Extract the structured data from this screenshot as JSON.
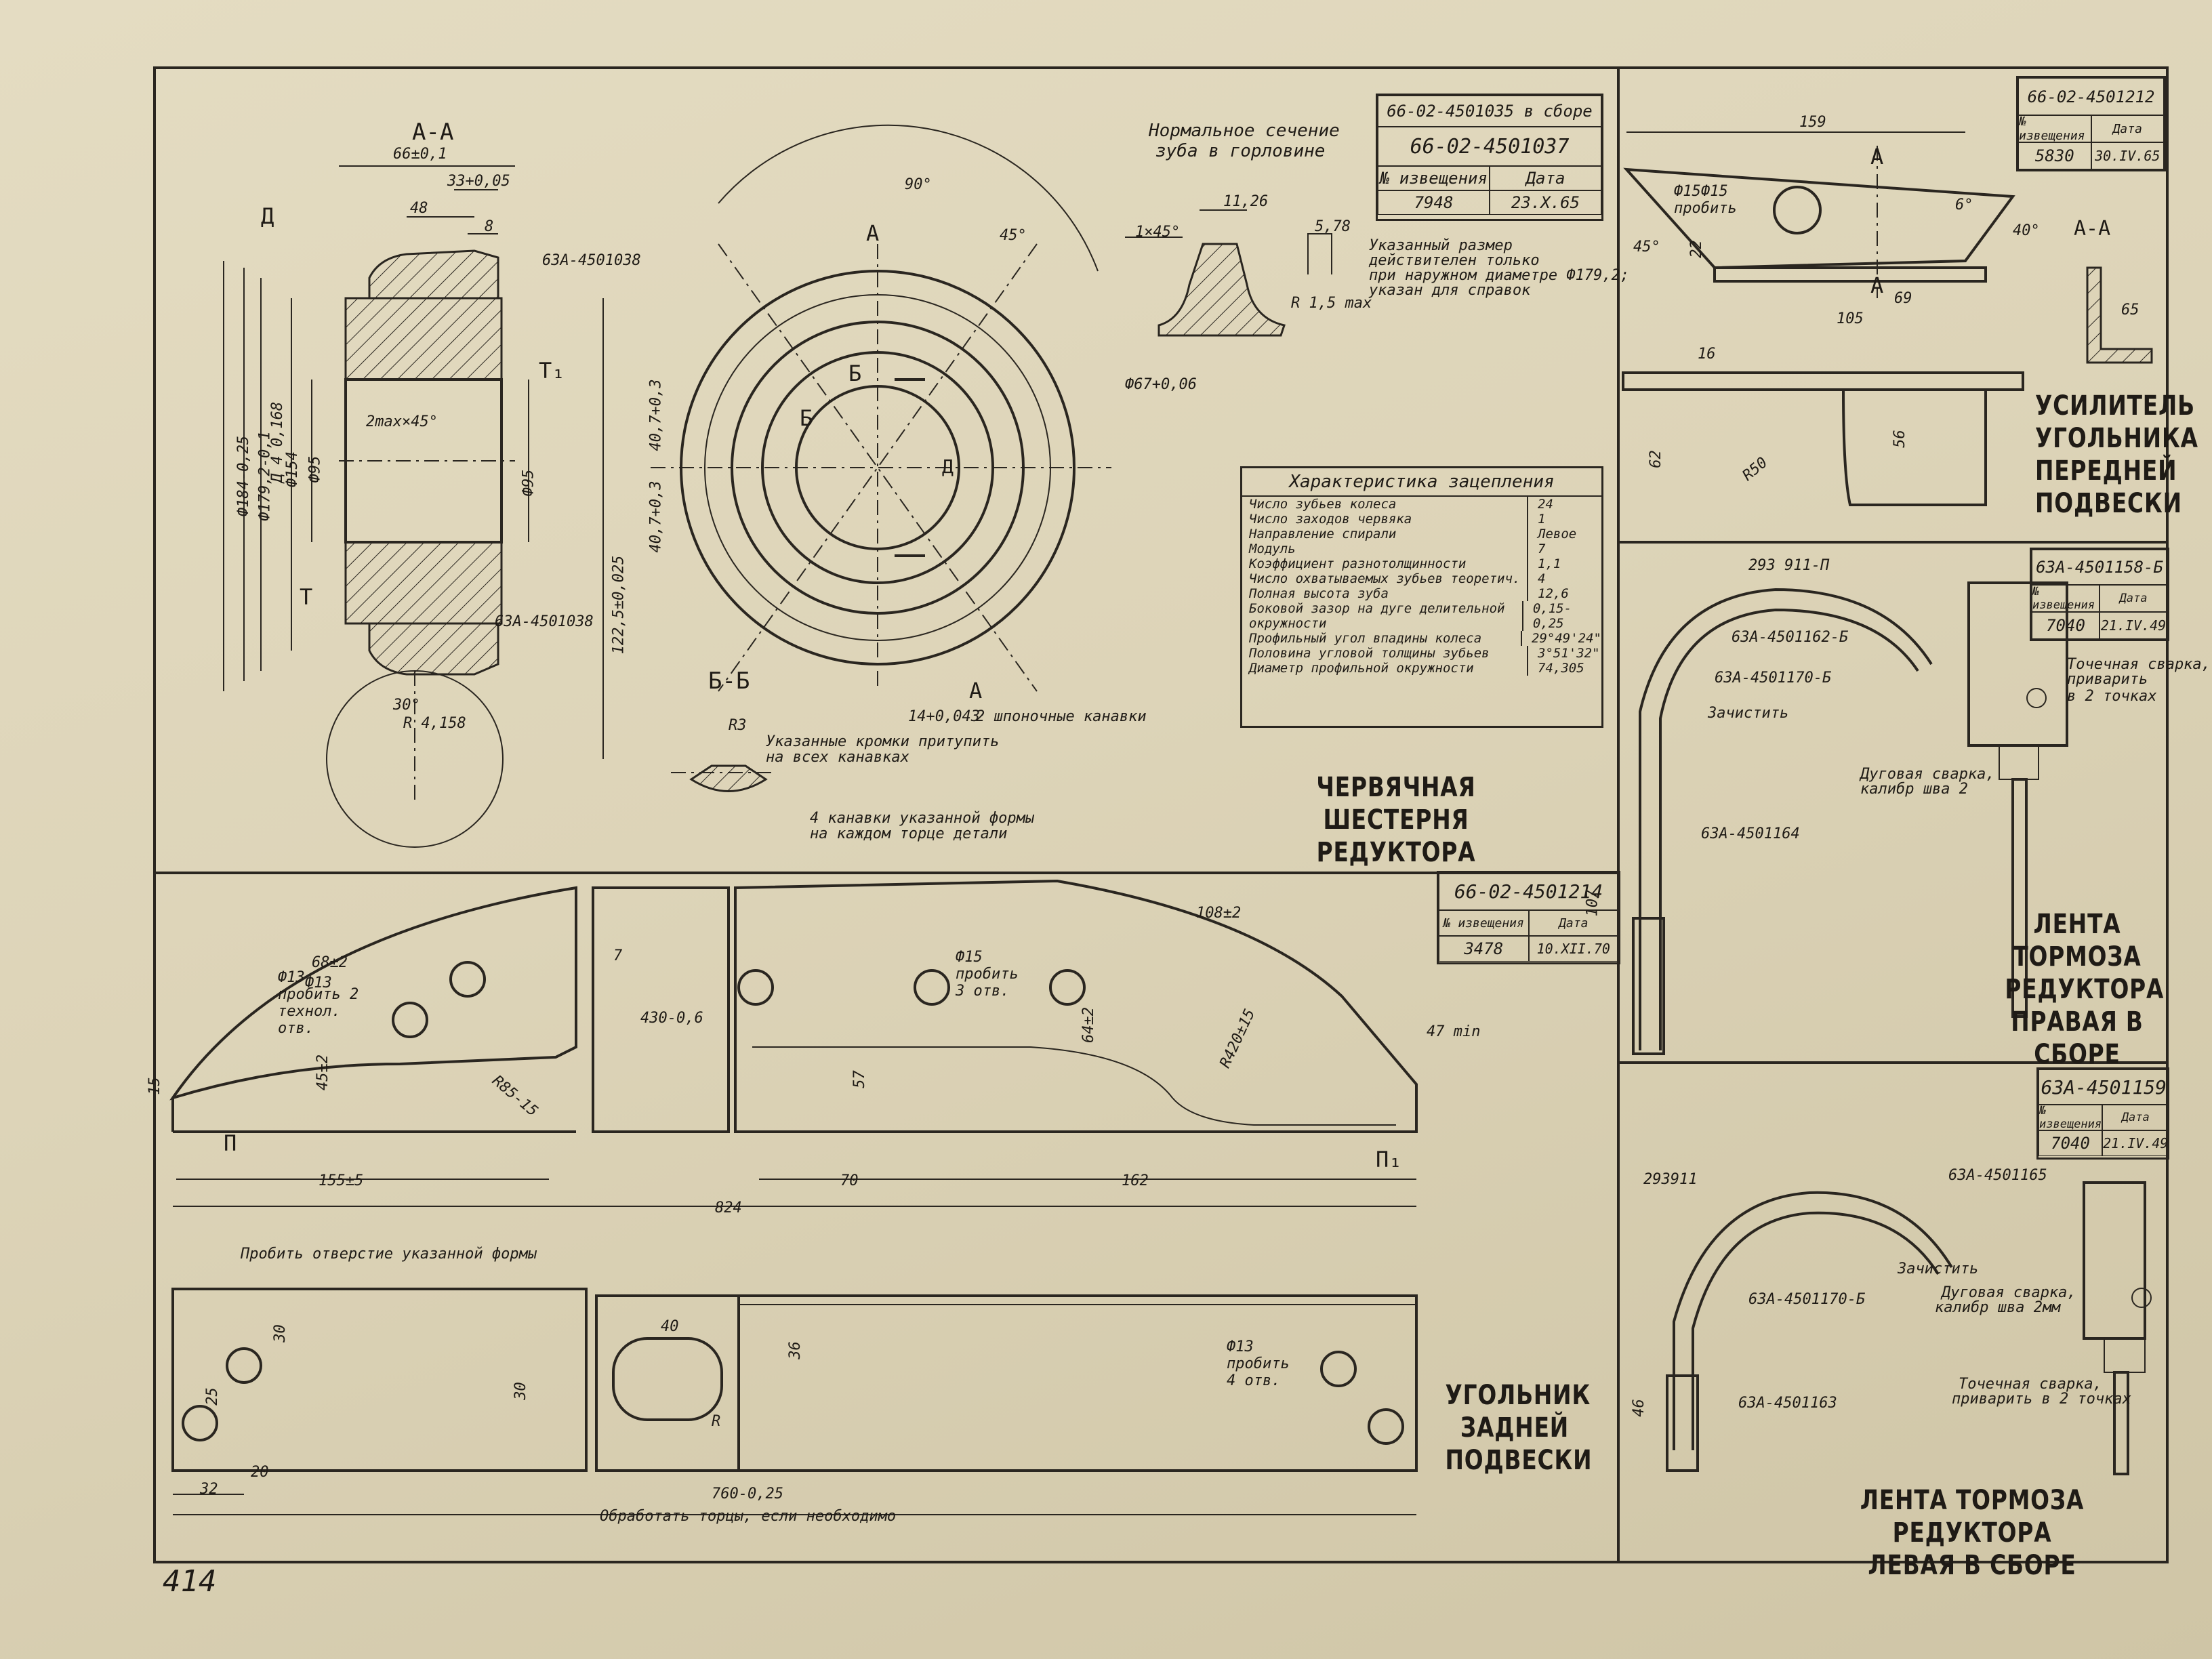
{
  "page_number": "414",
  "header": {
    "worm_gear": {
      "doc": "66-02-4501035 в сборе",
      "sub_doc": "66-02-4501037",
      "col_notice": "№ извещения",
      "col_date": "Дата",
      "notice": "7948",
      "date": "23.X.65"
    },
    "reinforcement": {
      "doc": "66-02-4501212",
      "col_notice": "№ извещения",
      "col_date": "Дата",
      "notice": "5830",
      "date": "30.IV.65"
    },
    "right_band": {
      "doc": "63А-4501158-Б",
      "col_notice": "№ извещения",
      "col_date": "Дата",
      "notice": "7040",
      "date": "21.IV.49"
    },
    "bracket": {
      "doc": "66-02-4501214",
      "col_notice": "№ извещения",
      "col_date": "Дата",
      "notice": "3478",
      "date": "10.XII.70"
    },
    "left_band": {
      "doc": "63А-4501159",
      "col_notice": "№ извещения",
      "col_date": "Дата",
      "notice": "7040",
      "date": "21.IV.49"
    }
  },
  "titles": {
    "worm_gear": [
      "ЧЕРВЯЧНАЯ ШЕСТЕРНЯ",
      "РЕДУКТОРА"
    ],
    "reinforcement": [
      "УСИЛИТЕЛЬ",
      "УГОЛЬНИКА",
      "ПЕРЕДНЕЙ",
      "ПОДВЕСКИ"
    ],
    "right_band": [
      "ЛЕНТА",
      "ТОРМОЗА",
      "РЕДУКТОРА",
      "ПРАВАЯ В СБОРЕ"
    ],
    "bracket": [
      "УГОЛЬНИК",
      "ЗАДНЕЙ",
      "ПОДВЕСКИ"
    ],
    "left_band": [
      "ЛЕНТА ТОРМОЗА РЕДУКТОРА",
      "ЛЕВАЯ В СБОРЕ"
    ]
  },
  "gear_table": {
    "title": "Характеристика зацепления",
    "rows": [
      {
        "k": "Число зубьев колеса",
        "v": "24"
      },
      {
        "k": "Число заходов червяка",
        "v": "1"
      },
      {
        "k": "Направление спирали",
        "v": "Левое"
      },
      {
        "k": "Модуль",
        "v": "7"
      },
      {
        "k": "Коэффициент разнотолщинности",
        "v": "1,1"
      },
      {
        "k": "Число охватываемых зубьев теоретич.",
        "v": "4"
      },
      {
        "k": "Полная высота зуба",
        "v": "12,6"
      },
      {
        "k": "Боковой зазор на дуге делительной окружности",
        "v": "0,15-0,25"
      },
      {
        "k": "Профильный угол впадины колеса",
        "v": "29°49'24\""
      },
      {
        "k": "Половина угловой толщины зубьев",
        "v": "3°51'32\""
      },
      {
        "k": "Диаметр профильной окружности",
        "v": "74,305"
      }
    ]
  },
  "notes": {
    "section_aa": "А-А",
    "section_bb": "Б-Б",
    "normal_section": "Нормальное сечение",
    "normal_section_2": "зуба в горловине",
    "size_note_1": "Указанный размер",
    "size_note_2": "действителен только",
    "size_note_3": "при наружном диаметре Ф179,2;",
    "size_note_4": "указан для справок",
    "edge_note_1": "Указанные кромки притупить",
    "edge_note_2": "на всех канавках",
    "groove_note_1": "4 канавки указанной формы",
    "groove_note_2": "на каждом торце детали",
    "keyways": "2 шпоночные канавки",
    "part_1": "63А-4501038",
    "part_2": "63А-4501038",
    "punch_15": "Ф15 пробить",
    "punch_holes_3": "Ф15 пробить 3 отв.",
    "punch_13": "Ф13 пробить 2 технол. отв.",
    "punch_shape": "Пробить отверстие указанной формы",
    "punch_13_4": "Ф13 пробить 4 отв.",
    "ends_note": "Обработать торцы, если необходимо",
    "rb_ref1": "293 911-П",
    "rb_ref2": "63А-4501162-Б",
    "rb_ref3": "63А-4501170-Б",
    "rb_clean": "Зачистить",
    "rb_ref4": "63А-4501164",
    "rb_weld_spot_1": "Точечная сварка,",
    "rb_weld_spot_2": "приварить в 2 точках",
    "rb_weld_arc_1": "Дуговая сварка,",
    "rb_weld_arc_2": "калибр шва 2",
    "lb_ref1": "293911",
    "lb_ref2": "63А-4501165",
    "lb_ref3": "63А-4501170-Б",
    "lb_clean": "Зачистить",
    "lb_ref4": "63А-4501163",
    "lb_weld_arc_1": "Дуговая сварка,",
    "lb_weld_arc_2": "калибр шва 2мм",
    "lb_weld_spot_1": "Точечная сварка,",
    "lb_weld_spot_2": "приварить в 2 точках"
  },
  "dims": {
    "d1": "66±0,1",
    "d2": "33+0,05",
    "d3": "48",
    "d4": "8",
    "d5": "Ф184-0,25",
    "d6": "Ф179,2-0,1",
    "d7": "Д 4 0,168",
    "d8": "Ф154",
    "d9": "Ф95",
    "d10": "Ф95",
    "d11": "122,5±0,025",
    "d12": "30°",
    "d13": "R 4,158",
    "d14": "2max×45°",
    "d15": "90°",
    "d16": "45°",
    "d17": "Ф67+0,06",
    "d18": "40,7+0,3",
    "d19": "40,7+0,3",
    "d20": "11,26",
    "d21": "5,78",
    "d22": "1×45°",
    "d23": "R 1,5 max",
    "d24": "R3",
    "d25": "14+0,043",
    "d26": "159",
    "d27": "Ф15",
    "d28": "6°",
    "d29": "40°",
    "d30": "45°",
    "d31": "22",
    "d32": "69",
    "d33": "105",
    "d34": "16",
    "d35": "62",
    "d36": "R50",
    "d37": "56",
    "d38": "65",
    "d39": "68±2",
    "d40": "Ф13",
    "d41": "45±2",
    "d42": "430-0,6",
    "d43": "7",
    "d44": "57",
    "d45": "64±2",
    "d46": "108±2",
    "d47": "R420±15",
    "d48": "47 min",
    "d49": "R85-15",
    "d50": "155±5",
    "d51": "70",
    "d52": "162",
    "d53": "824",
    "d54": "15",
    "d55": "30",
    "d56": "40",
    "d57": "36",
    "d58": "30",
    "d59": "25",
    "d60": "20",
    "d61": "32",
    "d62": "760-0,25",
    "d63": "R",
    "d64": "107",
    "d65": "46"
  },
  "markers": {
    "p": "П",
    "p1": "П₁",
    "t": "Т",
    "t1": "Т₁",
    "d": "Д",
    "a": "А",
    "b": "Б"
  }
}
